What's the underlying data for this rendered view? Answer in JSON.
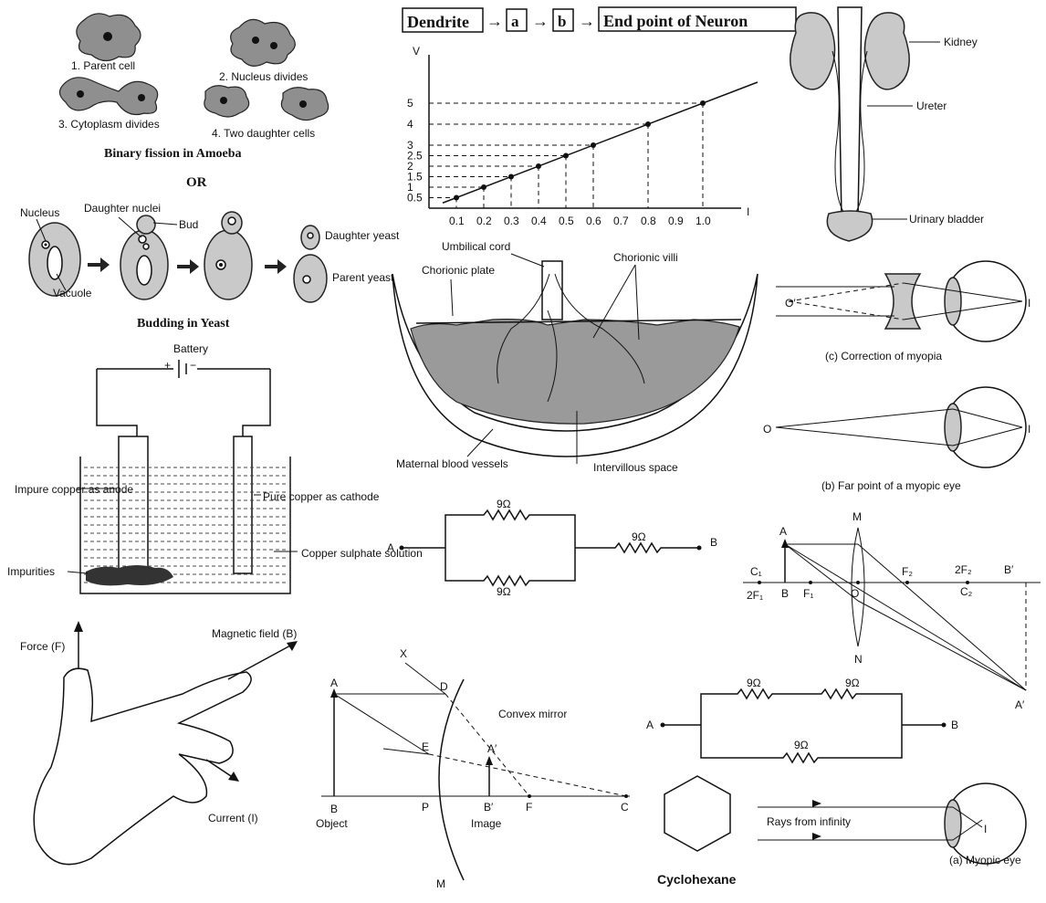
{
  "amoeba": {
    "step1": "1. Parent cell",
    "step2": "2. Nucleus divides",
    "step3": "3. Cytoplasm divides",
    "step4": "4. Two daughter cells",
    "title": "Binary fission in Amoeba",
    "or": "OR"
  },
  "yeast": {
    "nucleus": "Nucleus",
    "daughter_nuclei": "Daughter nuclei",
    "bud": "Bud",
    "vacuole": "Vacuole",
    "daughter_yeast": "Daughter yeast",
    "parent_yeast": "Parent yeast",
    "title": "Budding in Yeast"
  },
  "neuron_flow": {
    "dendrite": "Dendrite",
    "a": "a",
    "b": "b",
    "end": "End point of Neuron"
  },
  "vi_graph": {
    "ylabel": "V",
    "xlabel": "I",
    "yticks": [
      "0.5",
      "1",
      "1.5",
      "2",
      "2.5",
      "3",
      "4",
      "5"
    ],
    "xticks": [
      "0.1",
      "0.2",
      "0.3",
      "0.4",
      "0.5",
      "0.6",
      "0.7",
      "0.8",
      "0.9",
      "1.0"
    ],
    "points": [
      [
        0.1,
        0.5
      ],
      [
        0.2,
        1
      ],
      [
        0.3,
        1.5
      ],
      [
        0.4,
        2
      ],
      [
        0.5,
        2.5
      ],
      [
        0.6,
        3
      ],
      [
        0.8,
        4
      ],
      [
        1.0,
        5
      ]
    ]
  },
  "kidney": {
    "kidney": "Kidney",
    "ureter": "Ureter",
    "bladder": "Urinary bladder"
  },
  "placenta": {
    "umbilical": "Umbilical cord",
    "chorionic_villi": "Chorionic villi",
    "chorionic_plate": "Chorionic plate",
    "maternal": "Maternal blood vessels",
    "intervillous": "Intervillous space"
  },
  "myopia": {
    "correction": "(c) Correction of myopia",
    "far_point": "(b) Far point of a myopic eye",
    "myopic_eye": "(a) Myopic eye",
    "rays": "Rays from infinity",
    "O_prime": "O′",
    "O": "O",
    "I": "I"
  },
  "electrolysis": {
    "battery": "Battery",
    "plus": "+",
    "minus": "−",
    "impure": "Impure copper as anode",
    "pure": "Pure copper as cathode",
    "solution": "Copper sulphate solution",
    "impurities": "Impurities"
  },
  "circuit1": {
    "r1": "9Ω",
    "r2": "9Ω",
    "r3": "9Ω",
    "a": "A",
    "b": "B"
  },
  "lens": {
    "A": "A",
    "M": "M",
    "C1": "C₁",
    "twoF1": "2F₁",
    "B": "B",
    "F1": "F₁",
    "O": "O",
    "F2": "F₂",
    "twoF2": "2F₂",
    "C2": "C₂",
    "Bp": "B′",
    "Ap": "A′",
    "N": "N"
  },
  "hand": {
    "force": "Force (F)",
    "magnetic": "Magnetic field (B)",
    "current": "Current (I)"
  },
  "convex_mirror": {
    "title": "Convex mirror",
    "X": "X",
    "D": "D",
    "A": "A",
    "E": "E",
    "Ap": "A′",
    "B": "B",
    "P": "P",
    "Bp": "B′",
    "F": "F",
    "C": "C",
    "M": "M",
    "object": "Object",
    "image": "Image"
  },
  "circuit2": {
    "r1": "9Ω",
    "r2": "9Ω",
    "r3": "9Ω",
    "a": "A",
    "b": "B"
  },
  "cyclohexane": {
    "label": "Cyclohexane"
  }
}
